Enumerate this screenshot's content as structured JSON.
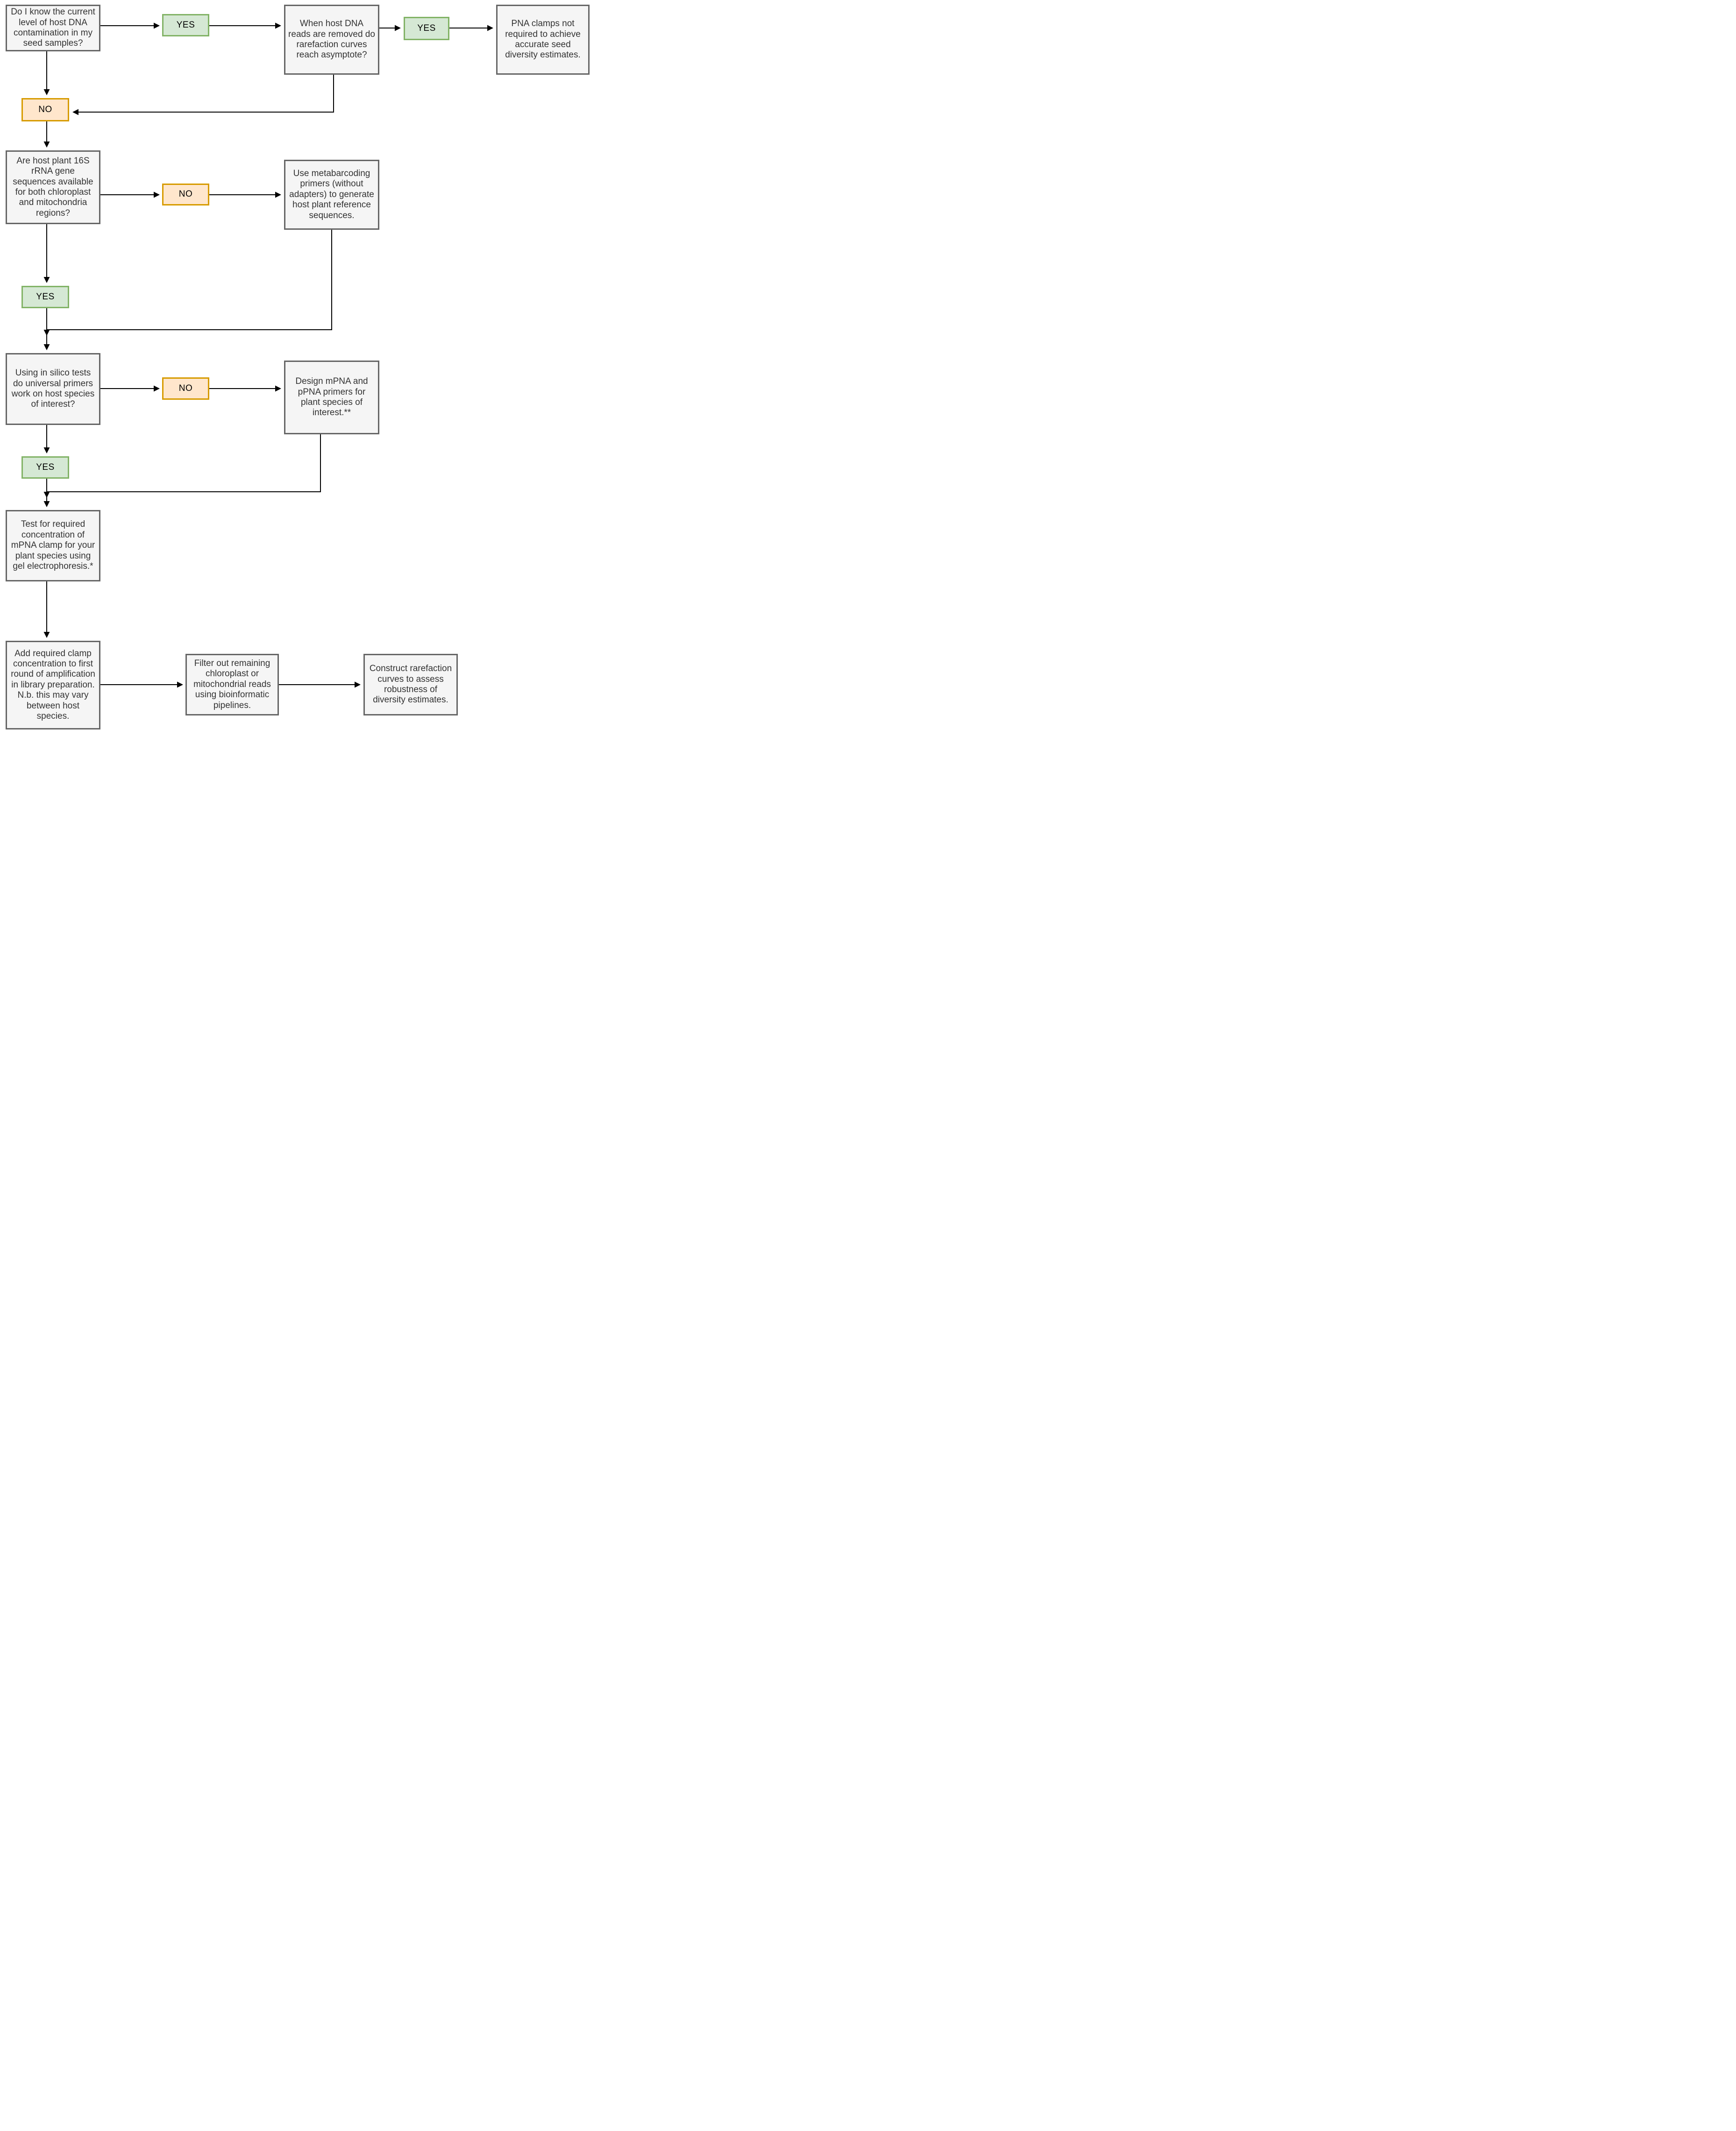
{
  "diagram": {
    "type": "flowchart",
    "nodes": {
      "q_contamination": {
        "label": "Do I know the current level of host DNA contamination in my seed samples?"
      },
      "yes1": {
        "label": "YES"
      },
      "q_rarefaction": {
        "label": "When host DNA reads are removed do rarefaction curves reach asymptote?"
      },
      "yes2": {
        "label": "YES"
      },
      "pna_not_required": {
        "label": "PNA clamps not required to achieve accurate seed diversity estimates."
      },
      "no1": {
        "label": "NO"
      },
      "q_16s": {
        "label": "Are host plant 16S rRNA gene sequences available for both chloroplast and mitochondria regions?"
      },
      "no2": {
        "label": "NO"
      },
      "metabarcoding": {
        "label": "Use metabarcoding primers (without adapters) to generate host plant reference sequences."
      },
      "yes3": {
        "label": "YES"
      },
      "q_insilico": {
        "label": "Using in silico tests do universal primers work on host species of interest?"
      },
      "no3": {
        "label": "NO"
      },
      "design_pna": {
        "label": "Design mPNA and pPNA primers for plant species of interest.**"
      },
      "yes4": {
        "label": "YES"
      },
      "test_clamp": {
        "label": "Test for required concentration of mPNA clamp for your plant species using gel electrophoresis.*"
      },
      "add_clamp": {
        "label": "Add required clamp concentration to first round of amplification in library preparation. N.b. this may vary between host species."
      },
      "filter_reads": {
        "label": "Filter out remaining chloroplast or mitochondrial reads using bioinformatic pipelines."
      },
      "construct_curves": {
        "label": "Construct rarefaction curves to assess robustness of diversity estimates."
      }
    },
    "colors": {
      "process_fill": "#f5f5f5",
      "process_border": "#666666",
      "yes_fill": "#d5e8d4",
      "yes_border": "#82b366",
      "no_fill": "#ffe6cc",
      "no_border": "#d79b00",
      "arrow": "#000000",
      "text": "#333333",
      "background": "#ffffff"
    }
  }
}
